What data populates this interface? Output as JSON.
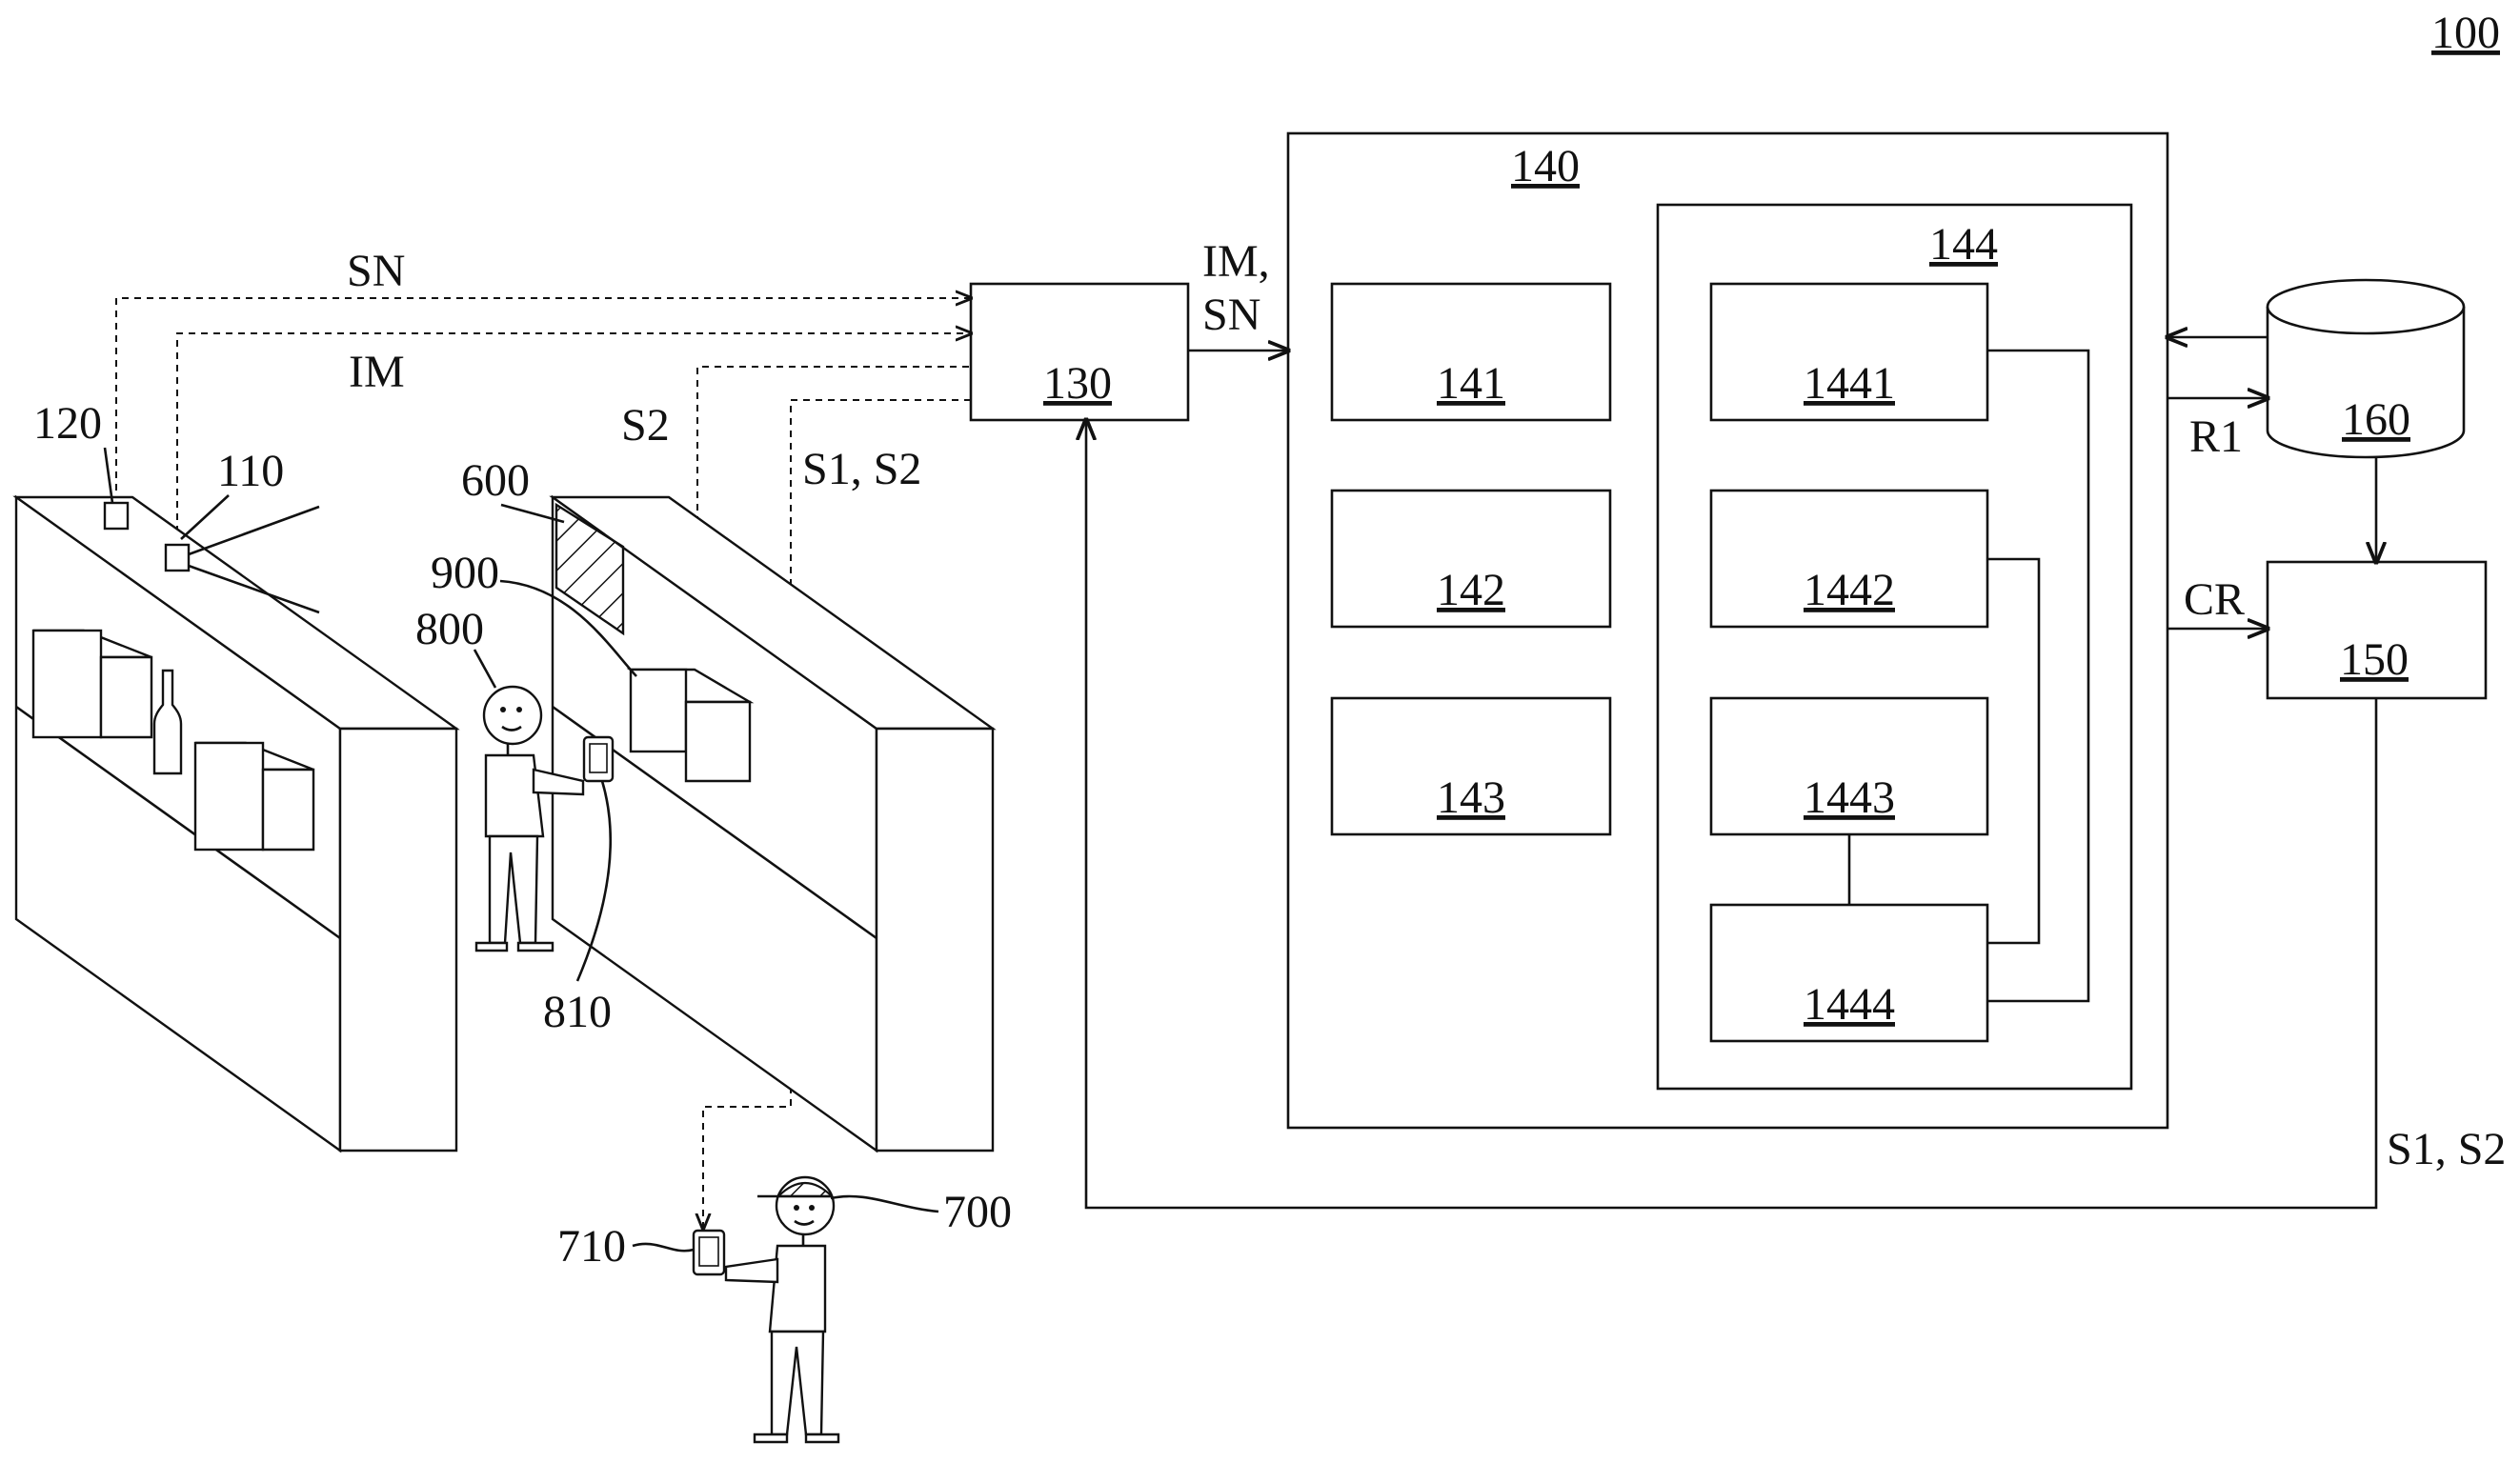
{
  "figure_ref": "100",
  "blocks": {
    "hub": "130",
    "processor": "140",
    "module_a": "141",
    "module_b": "142",
    "module_c": "143",
    "group": "144",
    "group_item_1": "1441",
    "group_item_2": "1442",
    "group_item_3": "1443",
    "group_item_4": "1444",
    "output": "150",
    "database": "160"
  },
  "scene_refs": {
    "camera": "110",
    "sensor": "120",
    "shelf_label_area": "600",
    "staff": "700",
    "staff_device": "710",
    "customer": "800",
    "customer_device": "810",
    "product": "900"
  },
  "signals": {
    "sn": "SN",
    "im": "IM",
    "s2": "S2",
    "s1_s2_dashed": "S1, S2",
    "im_sn_line1": "IM,",
    "im_sn_line2": "SN",
    "r1": "R1",
    "cr": "CR",
    "s1_s2_return": "S1, S2"
  }
}
